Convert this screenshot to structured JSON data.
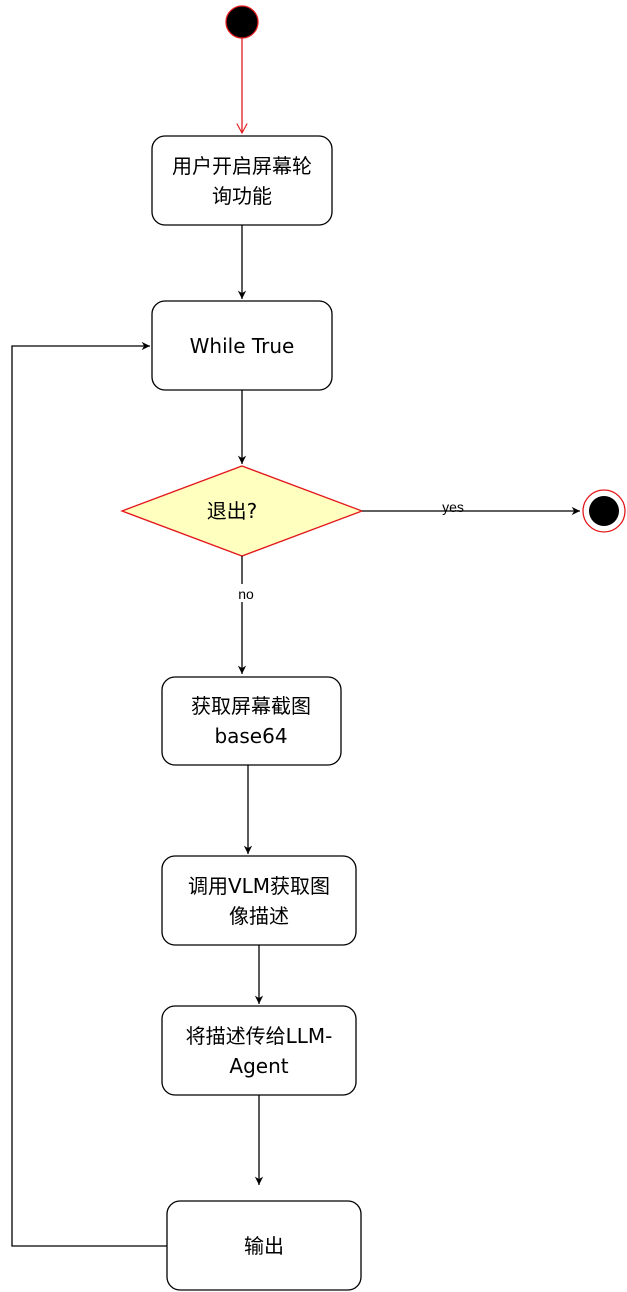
{
  "colors": {
    "node_fill": "#ffffff",
    "node_stroke": "#000000",
    "decision_fill": "#ffffc0",
    "decision_stroke": "#e3191c",
    "start_edge": "#e3191c",
    "terminal_fill": "#000000",
    "terminal_ring": "#e3191c"
  },
  "nodes": {
    "start_poll": {
      "line1": "用户开启屏幕轮",
      "line2": "询功能"
    },
    "while_true": {
      "label": "While True"
    },
    "exit_decision": {
      "label": "退出?"
    },
    "get_screenshot": {
      "line1": "获取屏幕截图",
      "line2": "base64"
    },
    "call_vlm": {
      "line1": "调用VLM获取图",
      "line2": "像描述"
    },
    "pass_to_agent": {
      "line1": "将描述传给LLM-",
      "line2": "Agent"
    },
    "output": {
      "label": "输出"
    }
  },
  "edges": {
    "yes_label": "yes",
    "no_label": "no"
  }
}
